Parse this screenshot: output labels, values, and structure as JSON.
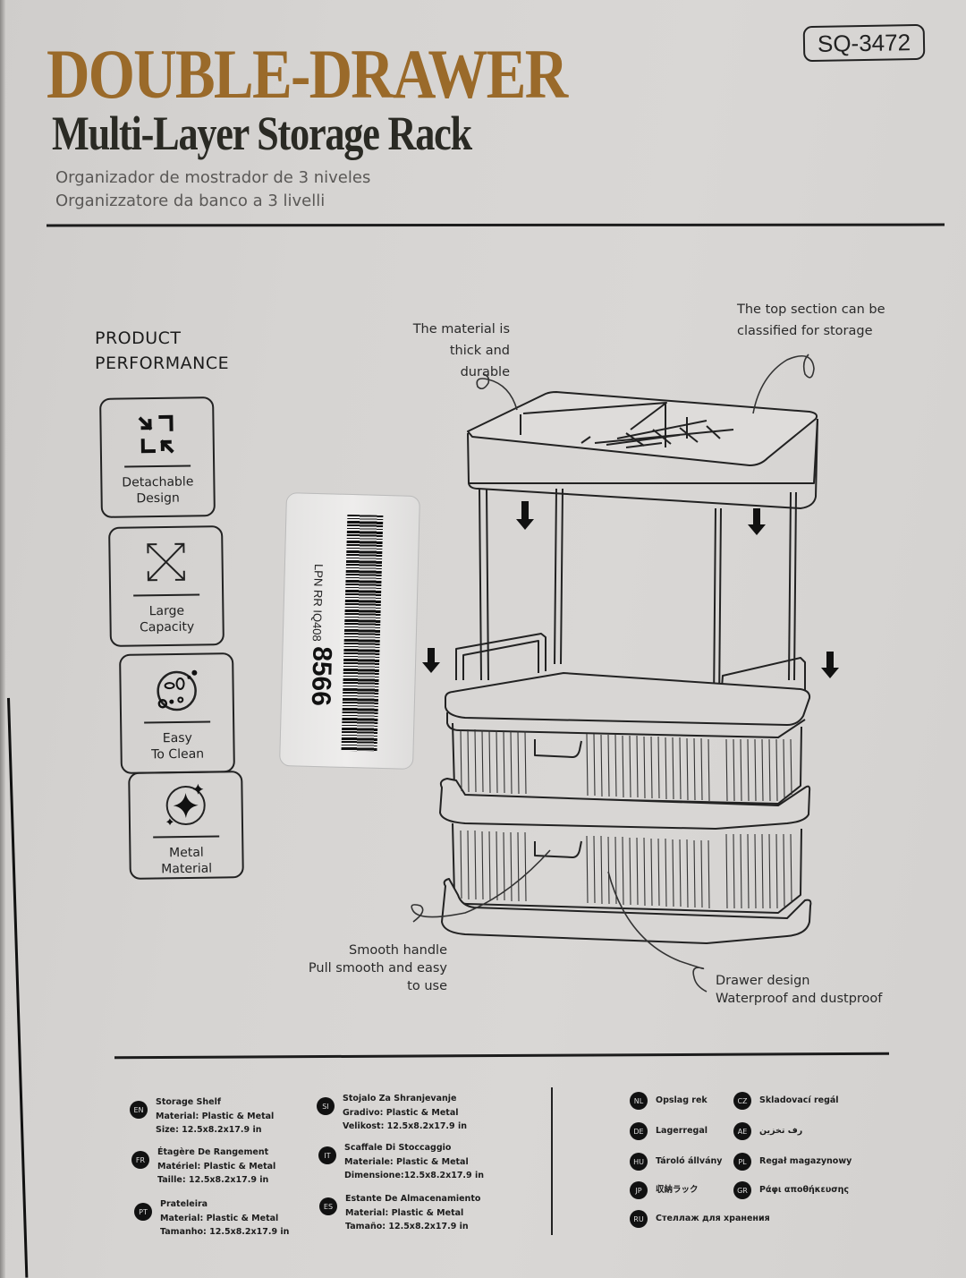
{
  "header": {
    "model_number": "SQ-3472",
    "title": "DOUBLE-DRAWER",
    "subtitle": "Multi-Layer Storage Rack",
    "translations": [
      "Organizador de mostrador de 3 niveles",
      "Organizzatore da banco a 3 livelli"
    ]
  },
  "colors": {
    "title_brown": "#9a6a2a",
    "subtitle_dark": "#2a2a24",
    "ink": "#1c1c1c",
    "background": "#d6d4d2"
  },
  "performance": {
    "heading_line1": "PRODUCT",
    "heading_line2": "PERFORMANCE",
    "features": [
      {
        "icon": "compress-arrows-icon",
        "line1": "Detachable",
        "line2": "Design"
      },
      {
        "icon": "expand-arrows-icon",
        "line1": "Large",
        "line2": "Capacity"
      },
      {
        "icon": "cleaning-splash-icon",
        "line1": "Easy",
        "line2": "To Clean"
      },
      {
        "icon": "sparkle-circle-icon",
        "line1": "Metal",
        "line2": "Material"
      }
    ]
  },
  "sticker": {
    "code": "LPN RR IQ408",
    "number": "8566"
  },
  "callouts": {
    "material_line1": "The material is",
    "material_line2": "thick and durable",
    "top_line1": "The top section can be",
    "top_line2": "classified for storage",
    "handle_line1": "Smooth handle",
    "handle_line2": "Pull smooth and easy to use",
    "drawer_line1": "Drawer design",
    "drawer_line2": "Waterproof and dustproof"
  },
  "languages_detailed": [
    {
      "code": "EN",
      "name": "Storage Shelf",
      "material": "Material: Plastic & Metal",
      "size": "Size: 12.5x8.2x17.9 in"
    },
    {
      "code": "FR",
      "name": "Étagère De Rangement",
      "material": "Matériel: Plastic & Metal",
      "size": "Taille: 12.5x8.2x17.9 in"
    },
    {
      "code": "PT",
      "name": "Prateleira",
      "material": "Material: Plastic & Metal",
      "size": "Tamanho: 12.5x8.2x17.9 in"
    },
    {
      "code": "SI",
      "name": "Stojalo Za Shranjevanje",
      "material": "Gradivo: Plastic & Metal",
      "size": "Velikost: 12.5x8.2x17.9 in"
    },
    {
      "code": "IT",
      "name": "Scaffale Di Stoccaggio",
      "material": "Materiale: Plastic & Metal",
      "size": "Dimensione:12.5x8.2x17.9 in"
    },
    {
      "code": "ES",
      "name": "Estante De Almacenamiento",
      "material": "Material: Plastic & Metal",
      "size": "Tamaño: 12.5x8.2x17.9 in"
    }
  ],
  "languages_simple": [
    {
      "code": "NL",
      "name": "Opslag rek"
    },
    {
      "code": "CZ",
      "name": "Skladovací regál"
    },
    {
      "code": "DE",
      "name": "Lagerregal"
    },
    {
      "code": "AE",
      "name": "رف تخزين"
    },
    {
      "code": "HU",
      "name": "Tároló állvány"
    },
    {
      "code": "PL",
      "name": "Regał magazynowy"
    },
    {
      "code": "JP",
      "name": "収納ラック"
    },
    {
      "code": "GR",
      "name": "Ράφι αποθήκευσης"
    },
    {
      "code": "RU",
      "name": "Стеллаж для хранения"
    }
  ]
}
